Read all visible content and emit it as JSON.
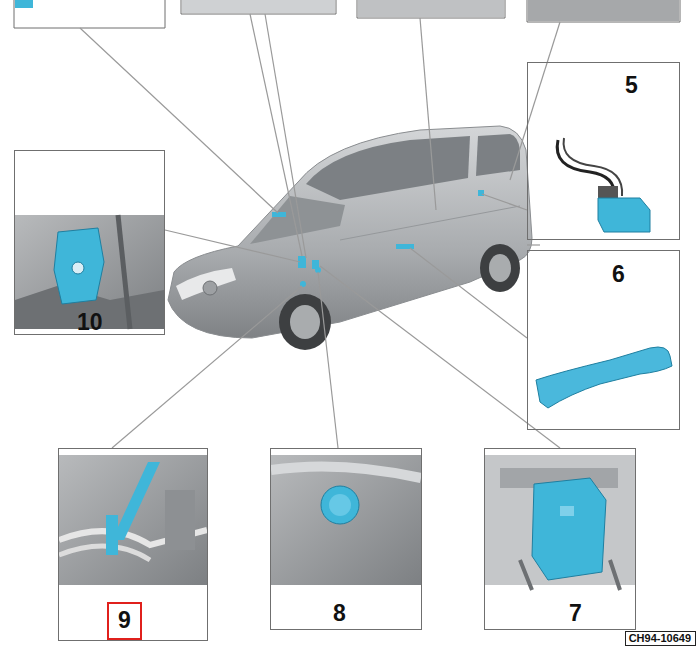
{
  "diagram": {
    "nodes": [
      {
        "text": [
          "10"
        ]
      },
      {
        "text": [
          "5"
        ]
      },
      {
        "text": [
          "6"
        ]
      },
      {
        "text": [
          "9"
        ]
      },
      {
        "text": [
          "8"
        ]
      },
      {
        "text": [
          "7"
        ]
      },
      {
        "text": [
          "CH94-10649"
        ]
      }
    ]
  }
}
